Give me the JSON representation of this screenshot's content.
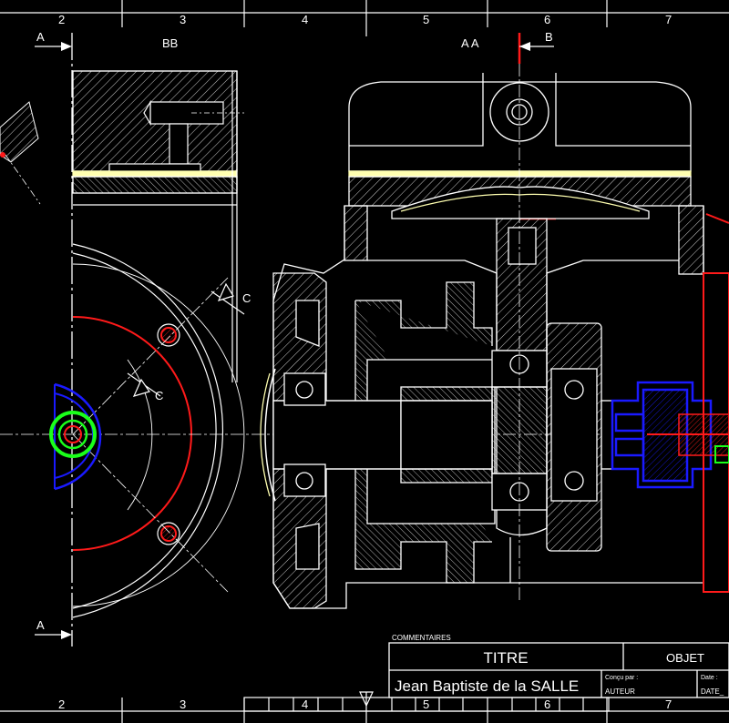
{
  "border": {
    "top_numbers": [
      "2",
      "3",
      "4",
      "5",
      "6",
      "7"
    ],
    "bottom_numbers": [
      "2",
      "3",
      "4",
      "5",
      "6",
      "7"
    ]
  },
  "views": {
    "section_bb_label": "BB",
    "section_aa_label": "A A",
    "cut_a_label": "A",
    "cut_b_label": "B",
    "cut_c_label": "C"
  },
  "title_block": {
    "comments_label": "COMMENTAIRES",
    "title": "TITRE",
    "object": "OBJET",
    "school": "Jean Baptiste de la SALLE",
    "designed_by_label": "Conçu par :",
    "author": "AUTEUR",
    "date_label": "Date :",
    "date_value": "DATE_"
  },
  "colors": {
    "background": "#000000",
    "line": "#ffffff",
    "red": "#ff1a1a",
    "blue": "#1a1aff",
    "green": "#1aff1a",
    "yellow": "#ffffb0"
  }
}
